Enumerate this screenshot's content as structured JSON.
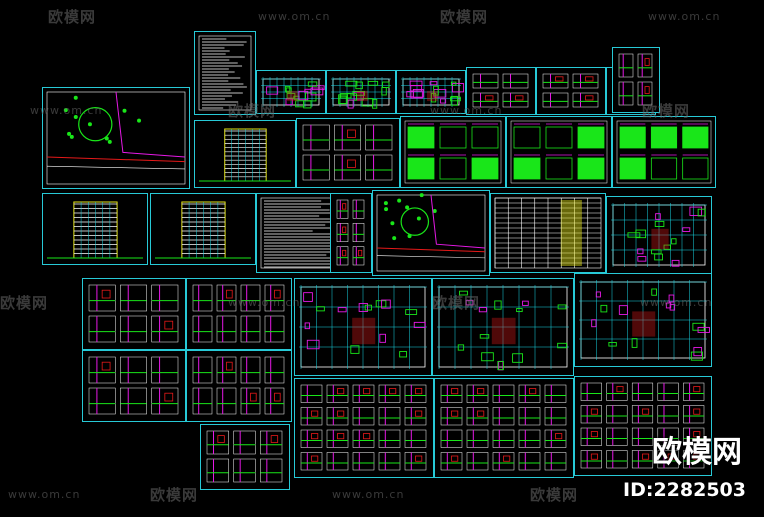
{
  "watermark": {
    "logo_text": "欧模网",
    "site_text": "www.om.cn"
  },
  "brand": {
    "name": "欧模网",
    "id_text": "ID:2282503"
  },
  "colors": {
    "background": "#000000",
    "sheet_border": "#27c9d6",
    "line_green": "#19e619",
    "line_magenta": "#e619e6",
    "line_red": "#e61919",
    "line_yellow": "#e6e619",
    "line_cyan": "#19d9e6",
    "line_white": "#ffffff"
  },
  "sheets": [
    {
      "id": "site-plan-1",
      "style": "site"
    },
    {
      "id": "drawing-index",
      "style": "text-white"
    },
    {
      "id": "floor-plan-1",
      "style": "plan"
    },
    {
      "id": "floor-plan-2",
      "style": "plan"
    },
    {
      "id": "floor-plan-3",
      "style": "plan"
    },
    {
      "id": "detail-sheet-1",
      "style": "details"
    },
    {
      "id": "detail-sheet-2",
      "style": "details"
    },
    {
      "id": "detail-sheet-3",
      "style": "details"
    },
    {
      "id": "tall-section",
      "style": "details"
    },
    {
      "id": "elevation-1",
      "style": "elevation"
    },
    {
      "id": "section-1",
      "style": "details"
    },
    {
      "id": "structure-notes",
      "style": "green-blocks"
    },
    {
      "id": "structure-sheet-2",
      "style": "green-blocks"
    },
    {
      "id": "structure-sheet-3",
      "style": "green-blocks"
    },
    {
      "id": "elevation-2",
      "style": "elevation"
    },
    {
      "id": "elevation-3",
      "style": "elevation"
    },
    {
      "id": "general-notes",
      "style": "text-white"
    },
    {
      "id": "column-details",
      "style": "details"
    },
    {
      "id": "site-plan-2",
      "style": "site"
    },
    {
      "id": "schedule-table",
      "style": "table"
    },
    {
      "id": "floor-plan-4",
      "style": "plan"
    },
    {
      "id": "detail-grid-1",
      "style": "details"
    },
    {
      "id": "detail-grid-2",
      "style": "details"
    },
    {
      "id": "detail-grid-3",
      "style": "details"
    },
    {
      "id": "detail-grid-4",
      "style": "details"
    },
    {
      "id": "detail-grid-5",
      "style": "details"
    },
    {
      "id": "floor-plan-5",
      "style": "plan"
    },
    {
      "id": "floor-plan-6",
      "style": "plan"
    },
    {
      "id": "roof-plan",
      "style": "plan"
    },
    {
      "id": "section-grid-1",
      "style": "details"
    },
    {
      "id": "section-grid-2",
      "style": "details"
    },
    {
      "id": "section-grid-3",
      "style": "details"
    }
  ]
}
